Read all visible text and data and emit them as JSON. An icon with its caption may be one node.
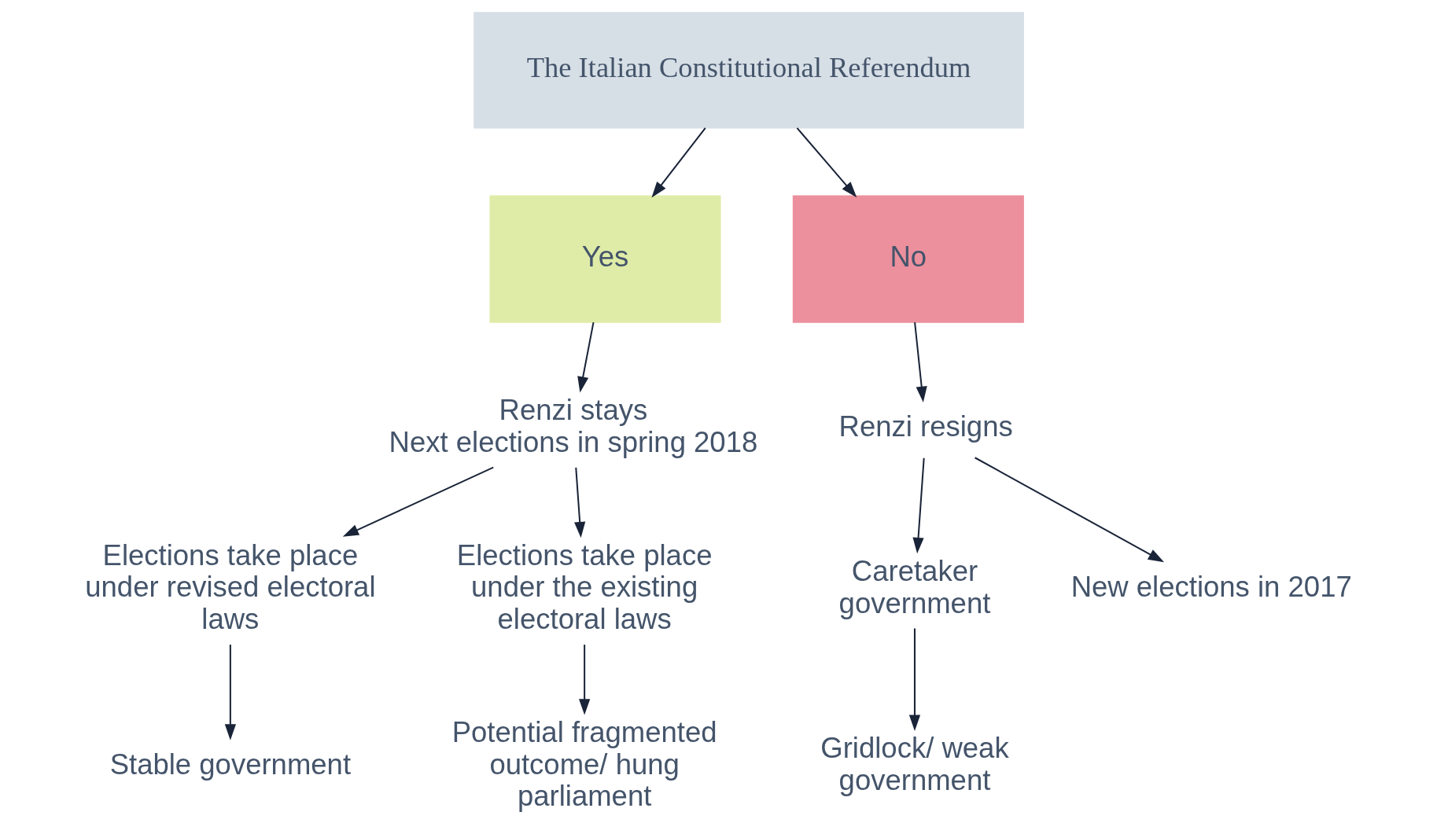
{
  "diagram": {
    "nodes": [
      {
        "text": [
          "The Italian Constitutional Referendum"
        ]
      },
      {
        "text": [
          "Yes"
        ]
      },
      {
        "text": [
          "No"
        ]
      },
      {
        "text": [
          "Renzi stays",
          "Next elections in spring 2018"
        ]
      },
      {
        "text": [
          "Renzi resigns"
        ]
      },
      {
        "text": [
          "Elections take place under revised electoral laws"
        ]
      },
      {
        "text": [
          "Elections take place under the existing electoral laws"
        ]
      },
      {
        "text": [
          "Caretaker government"
        ]
      },
      {
        "text": [
          "New elections in 2017"
        ]
      },
      {
        "text": [
          "Stable government"
        ]
      },
      {
        "text": [
          "Potential fragmented outcome/ hung parliament"
        ]
      },
      {
        "text": [
          "Gridlock/ weak government"
        ]
      }
    ],
    "edges": [
      {
        "from": 0,
        "to": 1,
        "arrow": "to"
      },
      {
        "from": 0,
        "to": 2,
        "arrow": "to"
      },
      {
        "from": 1,
        "to": 3,
        "arrow": "to"
      },
      {
        "from": 2,
        "to": 4,
        "arrow": "to"
      },
      {
        "from": 3,
        "to": 5,
        "arrow": "to"
      },
      {
        "from": 3,
        "to": 6,
        "arrow": "to"
      },
      {
        "from": 4,
        "to": 7,
        "arrow": "to"
      },
      {
        "from": 4,
        "to": 8,
        "arrow": "to"
      },
      {
        "from": 5,
        "to": 9,
        "arrow": "to"
      },
      {
        "from": 6,
        "to": 10,
        "arrow": "to"
      },
      {
        "from": 7,
        "to": 11,
        "arrow": "to"
      }
    ]
  }
}
